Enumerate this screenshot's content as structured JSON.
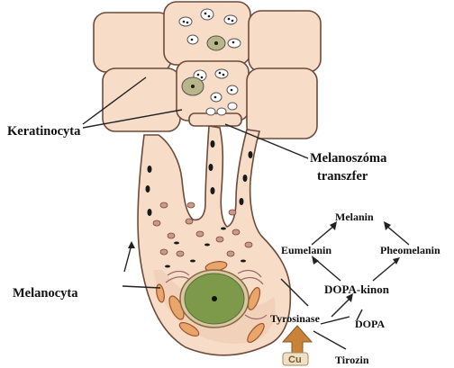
{
  "labels": {
    "keratinocyta": "Keratinocyta",
    "melanoszoma_line1": "Melanoszóma",
    "melanoszoma_line2": "transzfer",
    "melanocyta": "Melanocyta"
  },
  "pathway": {
    "melanin": "Melanin",
    "eumelanin": "Eumelanin",
    "pheomelanin": "Pheomelanin",
    "dopa_kinon": "DOPA-kinon",
    "tyrosinase": "Tyrosinase",
    "dopa": "DOPA",
    "tirozin": "Tirozin",
    "cu": "Cu"
  },
  "colors": {
    "cell_fill": "#f7dcc8",
    "cell_outline": "#6e4a3a",
    "mitochondria": "#e8a66a",
    "nucleus": "#7d9a4a",
    "cu_arrow": "#c9823a"
  }
}
